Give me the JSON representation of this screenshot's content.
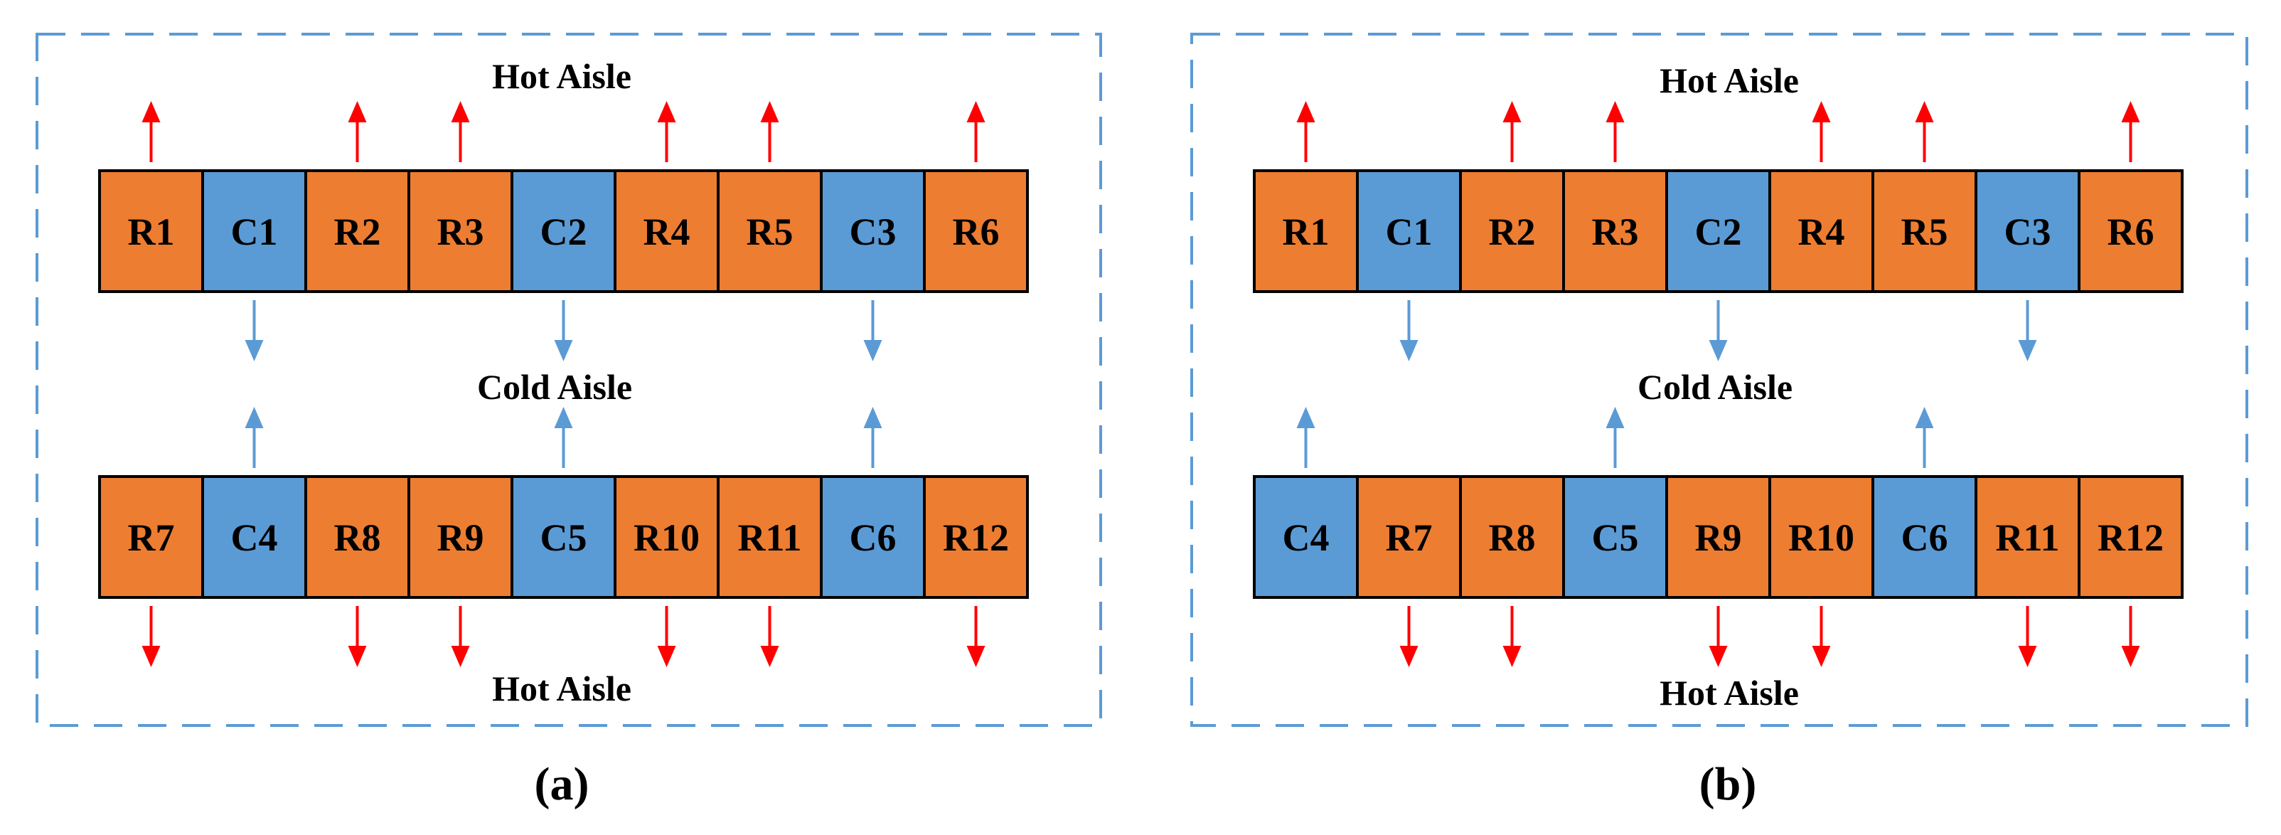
{
  "colors": {
    "rack": "#ED7D31",
    "cooler": "#5B9BD5",
    "hot_arrow": "#FF0000",
    "cold_arrow": "#5B9BD5",
    "border": "#5B9BD5",
    "outline": "#000000"
  },
  "panels": [
    {
      "caption": "(a)",
      "top_label": "Hot Aisle",
      "middle_label": "Cold Aisle",
      "bottom_label": "Hot Aisle",
      "rows": [
        {
          "cells": [
            {
              "label": "R1",
              "kind": "rack"
            },
            {
              "label": "C1",
              "kind": "cooler"
            },
            {
              "label": "R2",
              "kind": "rack"
            },
            {
              "label": "R3",
              "kind": "rack"
            },
            {
              "label": "C2",
              "kind": "cooler"
            },
            {
              "label": "R4",
              "kind": "rack"
            },
            {
              "label": "R5",
              "kind": "rack"
            },
            {
              "label": "C3",
              "kind": "cooler"
            },
            {
              "label": "R6",
              "kind": "rack"
            }
          ]
        },
        {
          "cells": [
            {
              "label": "R7",
              "kind": "rack"
            },
            {
              "label": "C4",
              "kind": "cooler"
            },
            {
              "label": "R8",
              "kind": "rack"
            },
            {
              "label": "R9",
              "kind": "rack"
            },
            {
              "label": "C5",
              "kind": "cooler"
            },
            {
              "label": "R10",
              "kind": "rack"
            },
            {
              "label": "R11",
              "kind": "rack"
            },
            {
              "label": "C6",
              "kind": "cooler"
            },
            {
              "label": "R12",
              "kind": "rack"
            }
          ]
        }
      ]
    },
    {
      "caption": "(b)",
      "top_label": "Hot Aisle",
      "middle_label": "Cold Aisle",
      "bottom_label": "Hot Aisle",
      "rows": [
        {
          "cells": [
            {
              "label": "R1",
              "kind": "rack"
            },
            {
              "label": "C1",
              "kind": "cooler"
            },
            {
              "label": "R2",
              "kind": "rack"
            },
            {
              "label": "R3",
              "kind": "rack"
            },
            {
              "label": "C2",
              "kind": "cooler"
            },
            {
              "label": "R4",
              "kind": "rack"
            },
            {
              "label": "R5",
              "kind": "rack"
            },
            {
              "label": "C3",
              "kind": "cooler"
            },
            {
              "label": "R6",
              "kind": "rack"
            }
          ]
        },
        {
          "cells": [
            {
              "label": "C4",
              "kind": "cooler"
            },
            {
              "label": "R7",
              "kind": "rack"
            },
            {
              "label": "R8",
              "kind": "rack"
            },
            {
              "label": "C5",
              "kind": "cooler"
            },
            {
              "label": "R9",
              "kind": "rack"
            },
            {
              "label": "R10",
              "kind": "rack"
            },
            {
              "label": "C6",
              "kind": "cooler"
            },
            {
              "label": "R11",
              "kind": "rack"
            },
            {
              "label": "R12",
              "kind": "rack"
            }
          ]
        }
      ]
    }
  ]
}
